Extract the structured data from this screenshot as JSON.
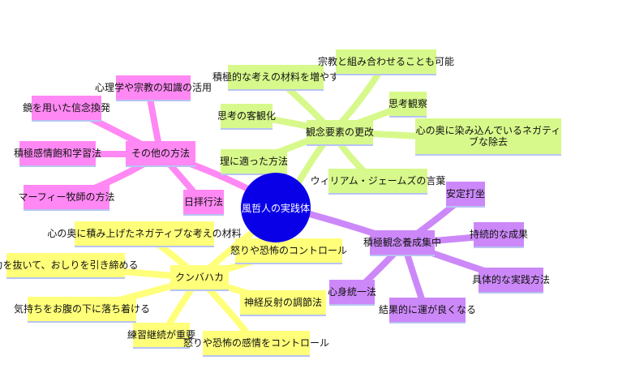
{
  "center": {
    "label": "風哲人の実践体"
  },
  "colors": {
    "green": "#d7f98b",
    "pink": "#ff88f4",
    "yellow": "#ffff7a",
    "violet": "#cc88f8",
    "center": "#0a00e8"
  },
  "branches": {
    "green": {
      "label": "観念要素の更改",
      "children": [
        "積極的な考えの材料を増やす",
        "宗教と組み合わせることも可能",
        "思考観察",
        "心の奥に染み込んでいるネガティブな除去",
        "ウィリアム・ジェームズの言葉",
        "理に適った方法",
        "思考の客観化"
      ]
    },
    "pink": {
      "label": "その他の方法",
      "children": [
        "心理学や宗教の知識の活用",
        "鏡を用いた信念換発",
        "積極感情飽和学習法",
        "マーフィー牧師の方法",
        "日拝行法"
      ]
    },
    "yellow": {
      "label": "クンバハカ",
      "children": [
        "心の奥に積み上げたネガティブな考えの材料",
        "怒りや恐怖のコントロール",
        "力を抜いて、おしりを引き締める",
        "気持ちをお腹の下に落ち着ける",
        "練習継続が重要",
        "怒りや恐怖の感情をコントロール",
        "神経反射の調節法"
      ]
    },
    "violet": {
      "label": "積極観念養成集中",
      "children": [
        "安定打坐",
        "持続的な成果",
        "具体的な実践方法",
        "結果的に運が良くなる",
        "心身統一法"
      ]
    }
  }
}
